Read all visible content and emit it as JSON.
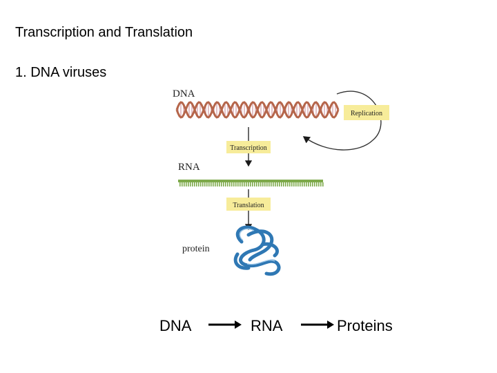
{
  "slide": {
    "title": "Transcription and Translation",
    "subtitle": "1. DNA viruses"
  },
  "figure": {
    "dna_label": "DNA",
    "replication_label": "Replication",
    "transcription_label": "Transcription",
    "rna_label": "RNA",
    "translation_label": "Translation",
    "protein_label": "protein",
    "colors": {
      "dna_strand": "#b5654a",
      "dna_rungs": "#d9a8b0",
      "rna_strand": "#7da94a",
      "protein": "#2f78b4",
      "box_fill": "#f7ec9a",
      "arrow": "#1a1a1a"
    }
  },
  "flow": {
    "dna": "DNA",
    "rna": "RNA",
    "proteins": "Proteins"
  }
}
